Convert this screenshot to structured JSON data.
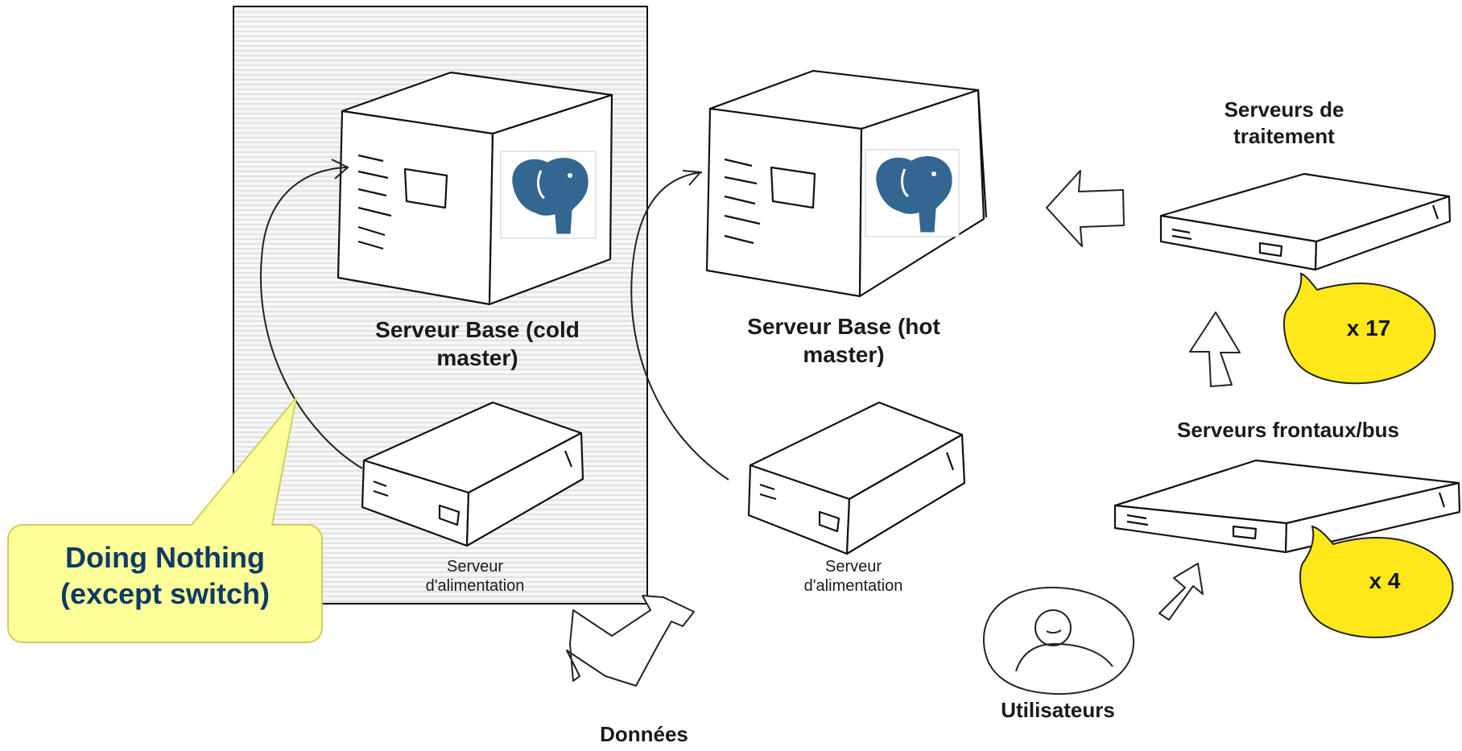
{
  "colors": {
    "panel_stripe": "#d8d8d8",
    "callout_fill": "#ffff9a",
    "callout_text": "#0d3a66",
    "count_fill": "#ffe81a",
    "postgres_blue": "#336791"
  },
  "labels": {
    "cold_master": "Serveur Base (cold master)",
    "hot_master": "Serveur Base (hot master)",
    "power_server_left_line1": "Serveur",
    "power_server_left_line2": "d'alimentation",
    "power_server_right_line1": "Serveur",
    "power_server_right_line2": "d'alimentation",
    "processing_servers": "Serveurs de traitement",
    "frontend_servers": "Serveurs frontaux/bus",
    "data": "Données",
    "users": "Utilisateurs"
  },
  "callout": {
    "line1": "Doing Nothing",
    "line2": "(except switch)"
  },
  "counts": {
    "processing": "x 17",
    "frontend": "x 4"
  },
  "icons": [
    "server-tower-icon",
    "postgresql-elephant-icon",
    "rack-server-icon",
    "arrow-icon",
    "user-icon"
  ]
}
